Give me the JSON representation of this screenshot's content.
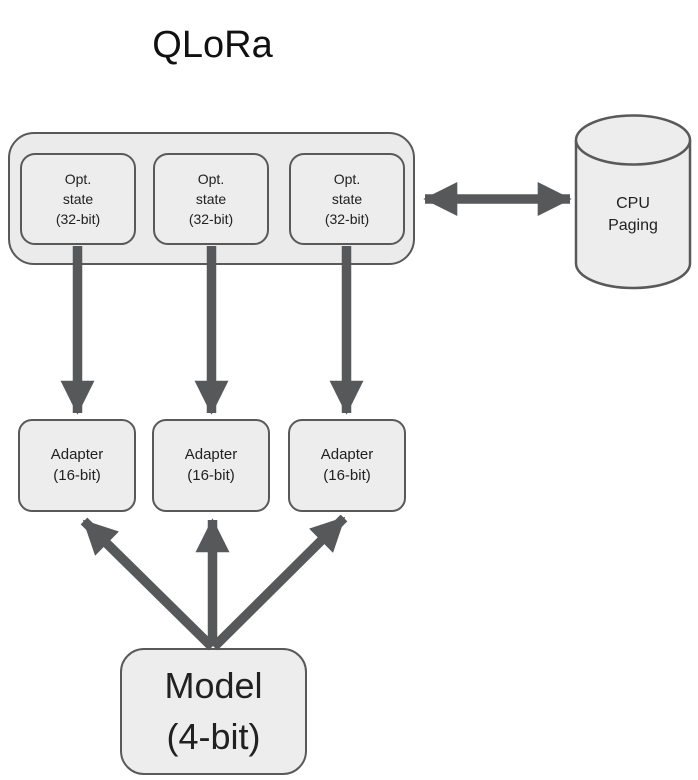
{
  "title": "QLoRa",
  "colors": {
    "background": "#ffffff",
    "container_fill": "#ebebeb",
    "node_fill": "#ededed",
    "border": "#595959",
    "arrow": "#57585a",
    "text": "#212121"
  },
  "nodes": {
    "optimizer_group": {
      "name": "optimizer-state-group"
    },
    "opt_states": [
      {
        "label": "Opt.\nstate\n(32-bit)"
      },
      {
        "label": "Opt.\nstate\n(32-bit)"
      },
      {
        "label": "Opt.\nstate\n(32-bit)"
      }
    ],
    "adapters": [
      {
        "label": "Adapter\n(16-bit)"
      },
      {
        "label": "Adapter\n(16-bit)"
      },
      {
        "label": "Adapter\n(16-bit)"
      }
    ],
    "model": {
      "label": "Model\n(4-bit)"
    },
    "cpu_paging": {
      "label": "CPU\nPaging",
      "shape": "cylinder"
    }
  },
  "edges": [
    {
      "from": "opt-state-1",
      "to": "adapter-1",
      "style": "arrow-down"
    },
    {
      "from": "opt-state-2",
      "to": "adapter-2",
      "style": "arrow-down"
    },
    {
      "from": "opt-state-3",
      "to": "adapter-3",
      "style": "arrow-down"
    },
    {
      "from": "optimizer-state-group",
      "to": "cpu-paging",
      "style": "double-headed-arrow"
    },
    {
      "from": "model",
      "to": "adapter-1",
      "style": "arrow-up"
    },
    {
      "from": "model",
      "to": "adapter-2",
      "style": "arrow-up"
    },
    {
      "from": "model",
      "to": "adapter-3",
      "style": "arrow-up"
    }
  ]
}
